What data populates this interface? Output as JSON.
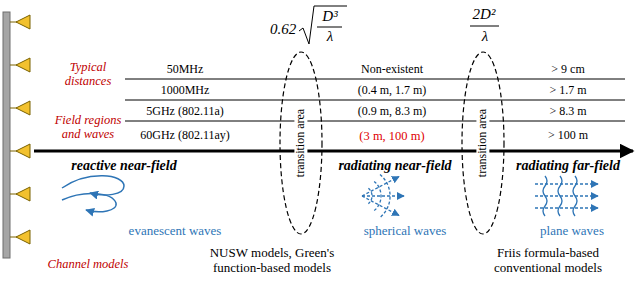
{
  "diagram": {
    "nodes": [
      {
        "text": [
          "transition area"
        ]
      },
      {
        "text": [
          "transition area"
        ]
      }
    ],
    "labels": [
      "0.62",
      "D³",
      "λ",
      "2D²",
      "λ",
      "Typical distances",
      "50MHz",
      "Non-existent",
      "> 9 cm",
      "1000MHz",
      "(0.4 m, 1.7 m)",
      "> 1.7 m",
      "5GHz (802.11a)",
      "(0.9 m, 8.3 m)",
      "> 8.3 m",
      "60GHz (802.11ay)",
      "(3 m, 100 m)",
      "> 100 m",
      "reactive near-field",
      "radiating near-field",
      "radiating far-field",
      "Field regions and waves",
      "evanescent waves",
      "spherical waves",
      "plane waves",
      "Channel models",
      "NUSW models, Green's function-based models",
      "Friis formula-based conventional models"
    ]
  }
}
